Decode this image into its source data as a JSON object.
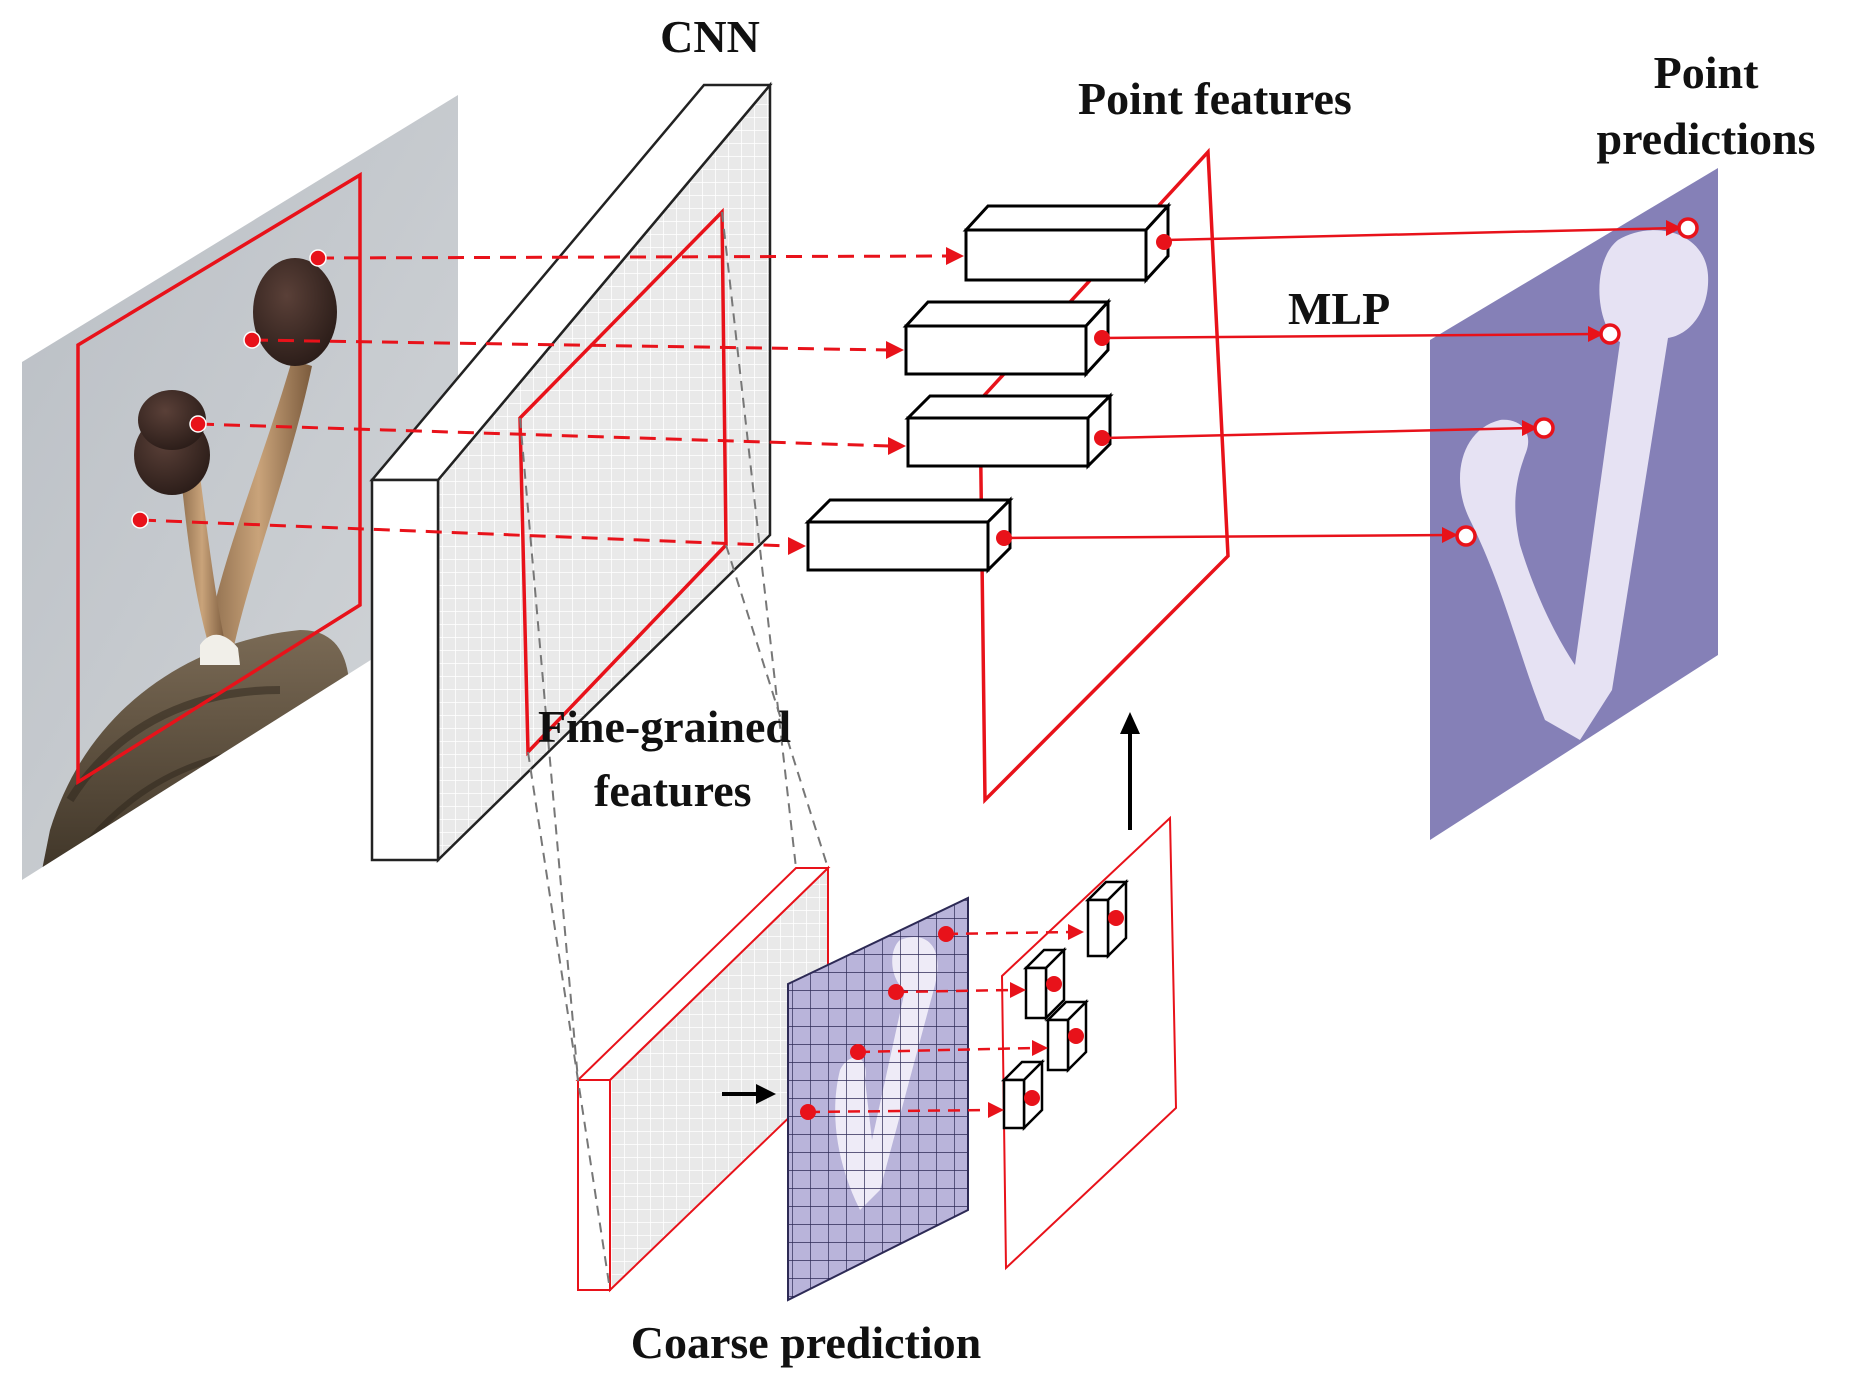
{
  "labels": {
    "cnn": "CNN",
    "point_features": "Point features",
    "point_predictions_line1": "Point",
    "point_predictions_line2": "predictions",
    "mlp": "MLP",
    "fine_grained_line1": "Fine-grained",
    "fine_grained_line2": "features",
    "coarse_prediction": "Coarse prediction"
  },
  "colors": {
    "accent_red": "#e8121a",
    "mask_background": "#8580b7",
    "mask_foreground": "#e6e2f3",
    "grid_fill": "#e9e9e9",
    "photo_background": "#c9ccd0"
  }
}
